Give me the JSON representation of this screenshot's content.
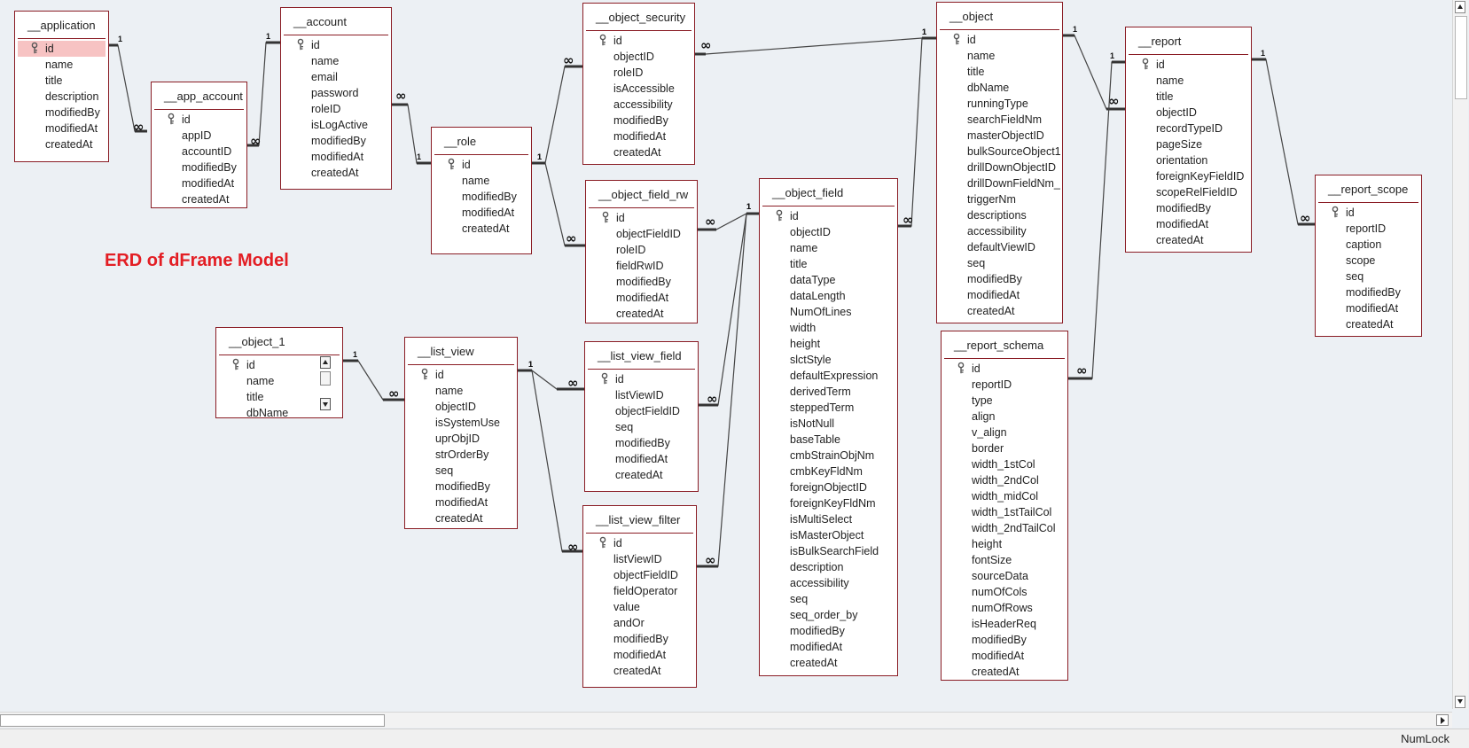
{
  "diagram_title": "ERD of dFrame Model",
  "status_bar": {
    "numlock": "NumLock"
  },
  "tables": [
    {
      "name": "__application",
      "fields": [
        "id",
        "name",
        "title",
        "description",
        "modifiedBy",
        "modifiedAt",
        "createdAt"
      ]
    },
    {
      "name": "__app_account",
      "fields": [
        "id",
        "appID",
        "accountID",
        "modifiedBy",
        "modifiedAt",
        "createdAt"
      ]
    },
    {
      "name": "__account",
      "fields": [
        "id",
        "name",
        "email",
        "password",
        "roleID",
        "isLogActive",
        "modifiedBy",
        "modifiedAt",
        "createdAt"
      ]
    },
    {
      "name": "__role",
      "fields": [
        "id",
        "name",
        "modifiedBy",
        "modifiedAt",
        "createdAt"
      ]
    },
    {
      "name": "__object_security",
      "fields": [
        "id",
        "objectID",
        "roleID",
        "isAccessible",
        "accessibility",
        "modifiedBy",
        "modifiedAt",
        "createdAt"
      ]
    },
    {
      "name": "__object_field_rw",
      "fields": [
        "id",
        "objectFieldID",
        "roleID",
        "fieldRwID",
        "modifiedBy",
        "modifiedAt",
        "createdAt"
      ]
    },
    {
      "name": "__object",
      "fields": [
        "id",
        "name",
        "title",
        "dbName",
        "runningType",
        "searchFieldNm",
        "masterObjectID",
        "bulkSourceObject1",
        "drillDownObjectID",
        "drillDownFieldNm_",
        "triggerNm",
        "descriptions",
        "accessibility",
        "defaultViewID",
        "seq",
        "modifiedBy",
        "modifiedAt",
        "createdAt"
      ]
    },
    {
      "name": "__report",
      "fields": [
        "id",
        "name",
        "title",
        "objectID",
        "recordTypeID",
        "pageSize",
        "orientation",
        "foreignKeyFieldID",
        "scopeRelFieldID",
        "modifiedBy",
        "modifiedAt",
        "createdAt"
      ]
    },
    {
      "name": "__report_scope",
      "fields": [
        "id",
        "reportID",
        "caption",
        "scope",
        "seq",
        "modifiedBy",
        "modifiedAt",
        "createdAt"
      ]
    },
    {
      "name": "__object_field",
      "fields": [
        "id",
        "objectID",
        "name",
        "title",
        "dataType",
        "dataLength",
        "NumOfLines",
        "width",
        "height",
        "slctStyle",
        "defaultExpression",
        "derivedTerm",
        "steppedTerm",
        "isNotNull",
        "baseTable",
        "cmbStrainObjNm",
        "cmbKeyFldNm",
        "foreignObjectID",
        "foreignKeyFldNm",
        "isMultiSelect",
        "isMasterObject",
        "isBulkSearchField",
        "description",
        "accessibility",
        "seq",
        "seq_order_by",
        "modifiedBy",
        "modifiedAt",
        "createdAt"
      ]
    },
    {
      "name": "__object_1",
      "fields": [
        "id",
        "name",
        "title",
        "dbName"
      ]
    },
    {
      "name": "__list_view",
      "fields": [
        "id",
        "name",
        "objectID",
        "isSystemUse",
        "uprObjID",
        "strOrderBy",
        "seq",
        "modifiedBy",
        "modifiedAt",
        "createdAt"
      ]
    },
    {
      "name": "__list_view_field",
      "fields": [
        "id",
        "listViewID",
        "objectFieldID",
        "seq",
        "modifiedBy",
        "modifiedAt",
        "createdAt"
      ]
    },
    {
      "name": "__list_view_filter",
      "fields": [
        "id",
        "listViewID",
        "objectFieldID",
        "fieldOperator",
        "value",
        "andOr",
        "modifiedBy",
        "modifiedAt",
        "createdAt"
      ]
    },
    {
      "name": "__report_schema",
      "fields": [
        "id",
        "reportID",
        "type",
        "align",
        "v_align",
        "border",
        "width_1stCol",
        "width_2ndCol",
        "width_midCol",
        "width_1stTailCol",
        "width_2ndTailCol",
        "height",
        "fontSize",
        "sourceData",
        "numOfCols",
        "numOfRows",
        "isHeaderReq",
        "modifiedBy",
        "modifiedAt",
        "createdAt"
      ]
    }
  ],
  "relationships": [
    {
      "one": "__application",
      "many": "__app_account",
      "one_label": "1",
      "many_label": "∞"
    },
    {
      "one": "__account",
      "many": "__app_account",
      "one_label": "1",
      "many_label": "∞"
    },
    {
      "one": "__role",
      "many": "__account",
      "one_label": "1",
      "many_label": "∞"
    },
    {
      "one": "__role",
      "many": "__object_security",
      "one_label": "1",
      "many_label": "∞"
    },
    {
      "one": "__role",
      "many": "__object_field_rw",
      "one_label": "1",
      "many_label": "∞"
    },
    {
      "one": "__object",
      "many": "__object_security",
      "one_label": "1",
      "many_label": "∞"
    },
    {
      "one": "__object",
      "many": "__object_field",
      "one_label": "1",
      "many_label": "∞"
    },
    {
      "one": "__object",
      "many": "__report",
      "one_label": "1",
      "many_label": "∞"
    },
    {
      "one": "__report",
      "many": "__report_scope",
      "one_label": "1",
      "many_label": "∞"
    },
    {
      "one": "__report",
      "many": "__report_schema",
      "one_label": "1",
      "many_label": "∞"
    },
    {
      "one": "__object_field",
      "many": "__object_field_rw",
      "one_label": "1",
      "many_label": "∞"
    },
    {
      "one": "__object_field",
      "many": "__list_view_field",
      "one_label": "1",
      "many_label": "∞"
    },
    {
      "one": "__object_field",
      "many": "__list_view_filter",
      "one_label": "1",
      "many_label": "∞"
    },
    {
      "one": "__object_1",
      "many": "__list_view",
      "one_label": "1",
      "many_label": "∞"
    },
    {
      "one": "__list_view",
      "many": "__list_view_field",
      "one_label": "1",
      "many_label": "∞"
    },
    {
      "one": "__list_view",
      "many": "__list_view_filter",
      "one_label": "1",
      "many_label": "∞"
    }
  ]
}
